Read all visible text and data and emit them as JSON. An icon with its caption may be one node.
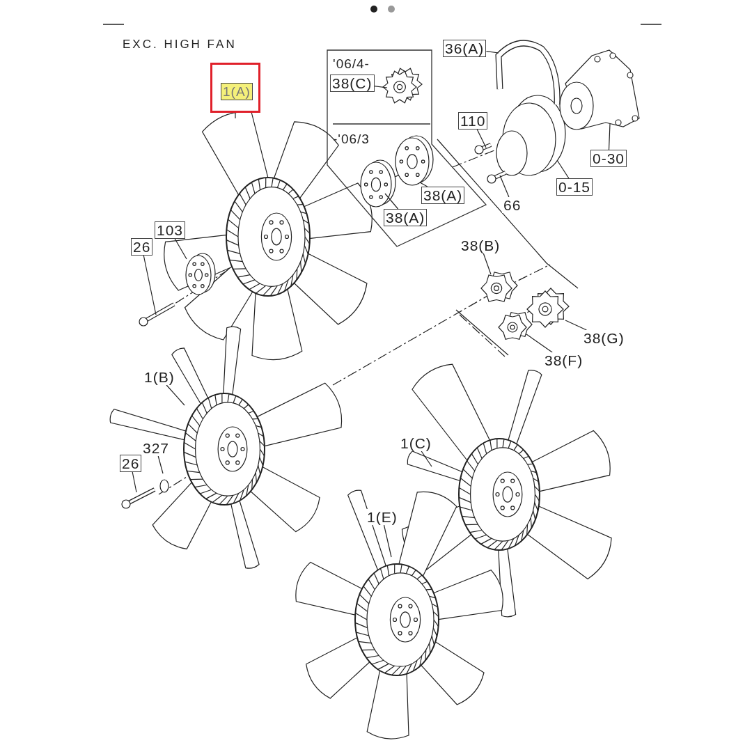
{
  "diagram": {
    "title": "EXC. HIGH FAN",
    "nodes": [
      {
        "text": [
          "36(A)"
        ]
      },
      {
        "text": [
          "'06/4-",
          "-'06/3"
        ]
      },
      {
        "text": [
          "38(C)"
        ],
        "in": 1
      },
      {
        "text": [
          "38(A)"
        ],
        "in": 1
      },
      {
        "text": [
          "38(A)"
        ],
        "in": 1
      },
      {
        "text": [
          "1(A)"
        ]
      },
      {
        "text": [
          "110"
        ]
      },
      {
        "text": [
          "0-30"
        ]
      },
      {
        "text": [
          "0-15"
        ]
      },
      {
        "text": [
          "66"
        ]
      },
      {
        "text": [
          "103"
        ]
      },
      {
        "text": [
          "26"
        ]
      },
      {
        "text": [
          "38(B)"
        ]
      },
      {
        "text": [
          "38(G)"
        ]
      },
      {
        "text": [
          "38(F)"
        ]
      },
      {
        "text": [
          "1(B)"
        ]
      },
      {
        "text": [
          "327"
        ]
      },
      {
        "text": [
          "26"
        ]
      },
      {
        "text": [
          "1(C)"
        ]
      },
      {
        "text": [
          "1(E)"
        ]
      }
    ],
    "edges": [
      {
        "from": 0,
        "to": null,
        "arrow": "none"
      },
      {
        "from": 2,
        "to": null,
        "arrow": "none"
      },
      {
        "from": 3,
        "to": null,
        "arrow": "none"
      },
      {
        "from": 4,
        "to": null,
        "arrow": "none"
      },
      {
        "from": 5,
        "to": null,
        "arrow": "none"
      },
      {
        "from": 6,
        "to": null,
        "arrow": "none"
      },
      {
        "from": 7,
        "to": null,
        "arrow": "none"
      },
      {
        "from": 8,
        "to": null,
        "arrow": "none"
      },
      {
        "from": 9,
        "to": null,
        "arrow": "none"
      },
      {
        "from": 10,
        "to": null,
        "arrow": "none"
      },
      {
        "from": 11,
        "to": null,
        "arrow": "none"
      },
      {
        "from": 12,
        "to": null,
        "arrow": "none"
      },
      {
        "from": 13,
        "to": null,
        "arrow": "none"
      },
      {
        "from": 14,
        "to": null,
        "arrow": "none"
      },
      {
        "from": 15,
        "to": null,
        "arrow": "none"
      },
      {
        "from": 16,
        "to": null,
        "arrow": "none"
      },
      {
        "from": 17,
        "to": null,
        "arrow": "none"
      },
      {
        "from": 18,
        "to": null,
        "arrow": "none"
      },
      {
        "from": 19,
        "to": null,
        "arrow": "none"
      }
    ]
  }
}
